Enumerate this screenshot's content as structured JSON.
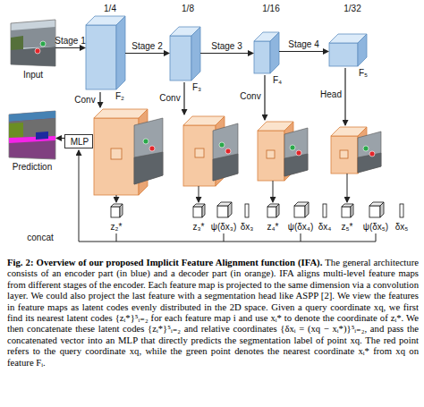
{
  "diagram": {
    "title": "Fig. 2: Overview of our proposed Implicit Feature Alignment function (IFA).",
    "caption": "The general architecture consists of an encoder part (in blue) and a decoder part (in orange). IFA aligns multi-level feature maps from different stages of the encoder. Each feature map is projected to the same dimension via a convolution layer. We could also project the last feature with a segmentation head like ASPP [2]. We view the features in feature maps as latent codes evenly distributed in the 2D space. Given a query coordinate xq, we first find its nearest latent codes {zᵢ*}⁵ᵢ₌₂ for each feature map i and use xᵢ* to denote the coordinate of zᵢ*. We then concatenate these latent codes {zᵢ*}⁵ᵢ₌₂ and relative coordinates {δxᵢ = (xq − xᵢ*)}⁵ᵢ₌₂, and pass the concatenated vector into an MLP that directly predicts the segmentation label of point xq. The red point refers to the query coordinate xq, while the green point denotes the nearest coordinate xᵢ* from xq on feature Fᵢ.",
    "nodes": [
      {
        "text": [
          "Input"
        ]
      },
      {
        "text": [
          "1/4",
          "F₂"
        ]
      },
      {
        "text": [
          "1/8",
          "F₃"
        ]
      },
      {
        "text": [
          "1/16",
          "F₄"
        ]
      },
      {
        "text": [
          "1/32",
          "F₅"
        ]
      },
      {
        "text": [
          "Prediction"
        ]
      },
      {
        "text": [
          "MLP"
        ]
      }
    ],
    "edges": [
      {
        "from": 0,
        "to": 1,
        "label": "Stage 1",
        "arrow": "to"
      },
      {
        "from": 1,
        "to": 2,
        "label": "Stage 2",
        "arrow": "to"
      },
      {
        "from": 2,
        "to": 3,
        "label": "Stage 3",
        "arrow": "to"
      },
      {
        "from": 3,
        "to": 4,
        "label": "Stage 4",
        "arrow": "to"
      },
      {
        "from": 6,
        "to": 5,
        "arrow": "to"
      }
    ],
    "labels": [
      "Conv",
      "Conv",
      "Conv",
      "Head",
      "z₂*",
      "z₃*",
      "ψ(δx₃)",
      "δx₃",
      "z₄*",
      "ψ(δx₄)",
      "δx₄",
      "z₅*",
      "ψ(δx₅)",
      "δx₅",
      "concat"
    ]
  }
}
